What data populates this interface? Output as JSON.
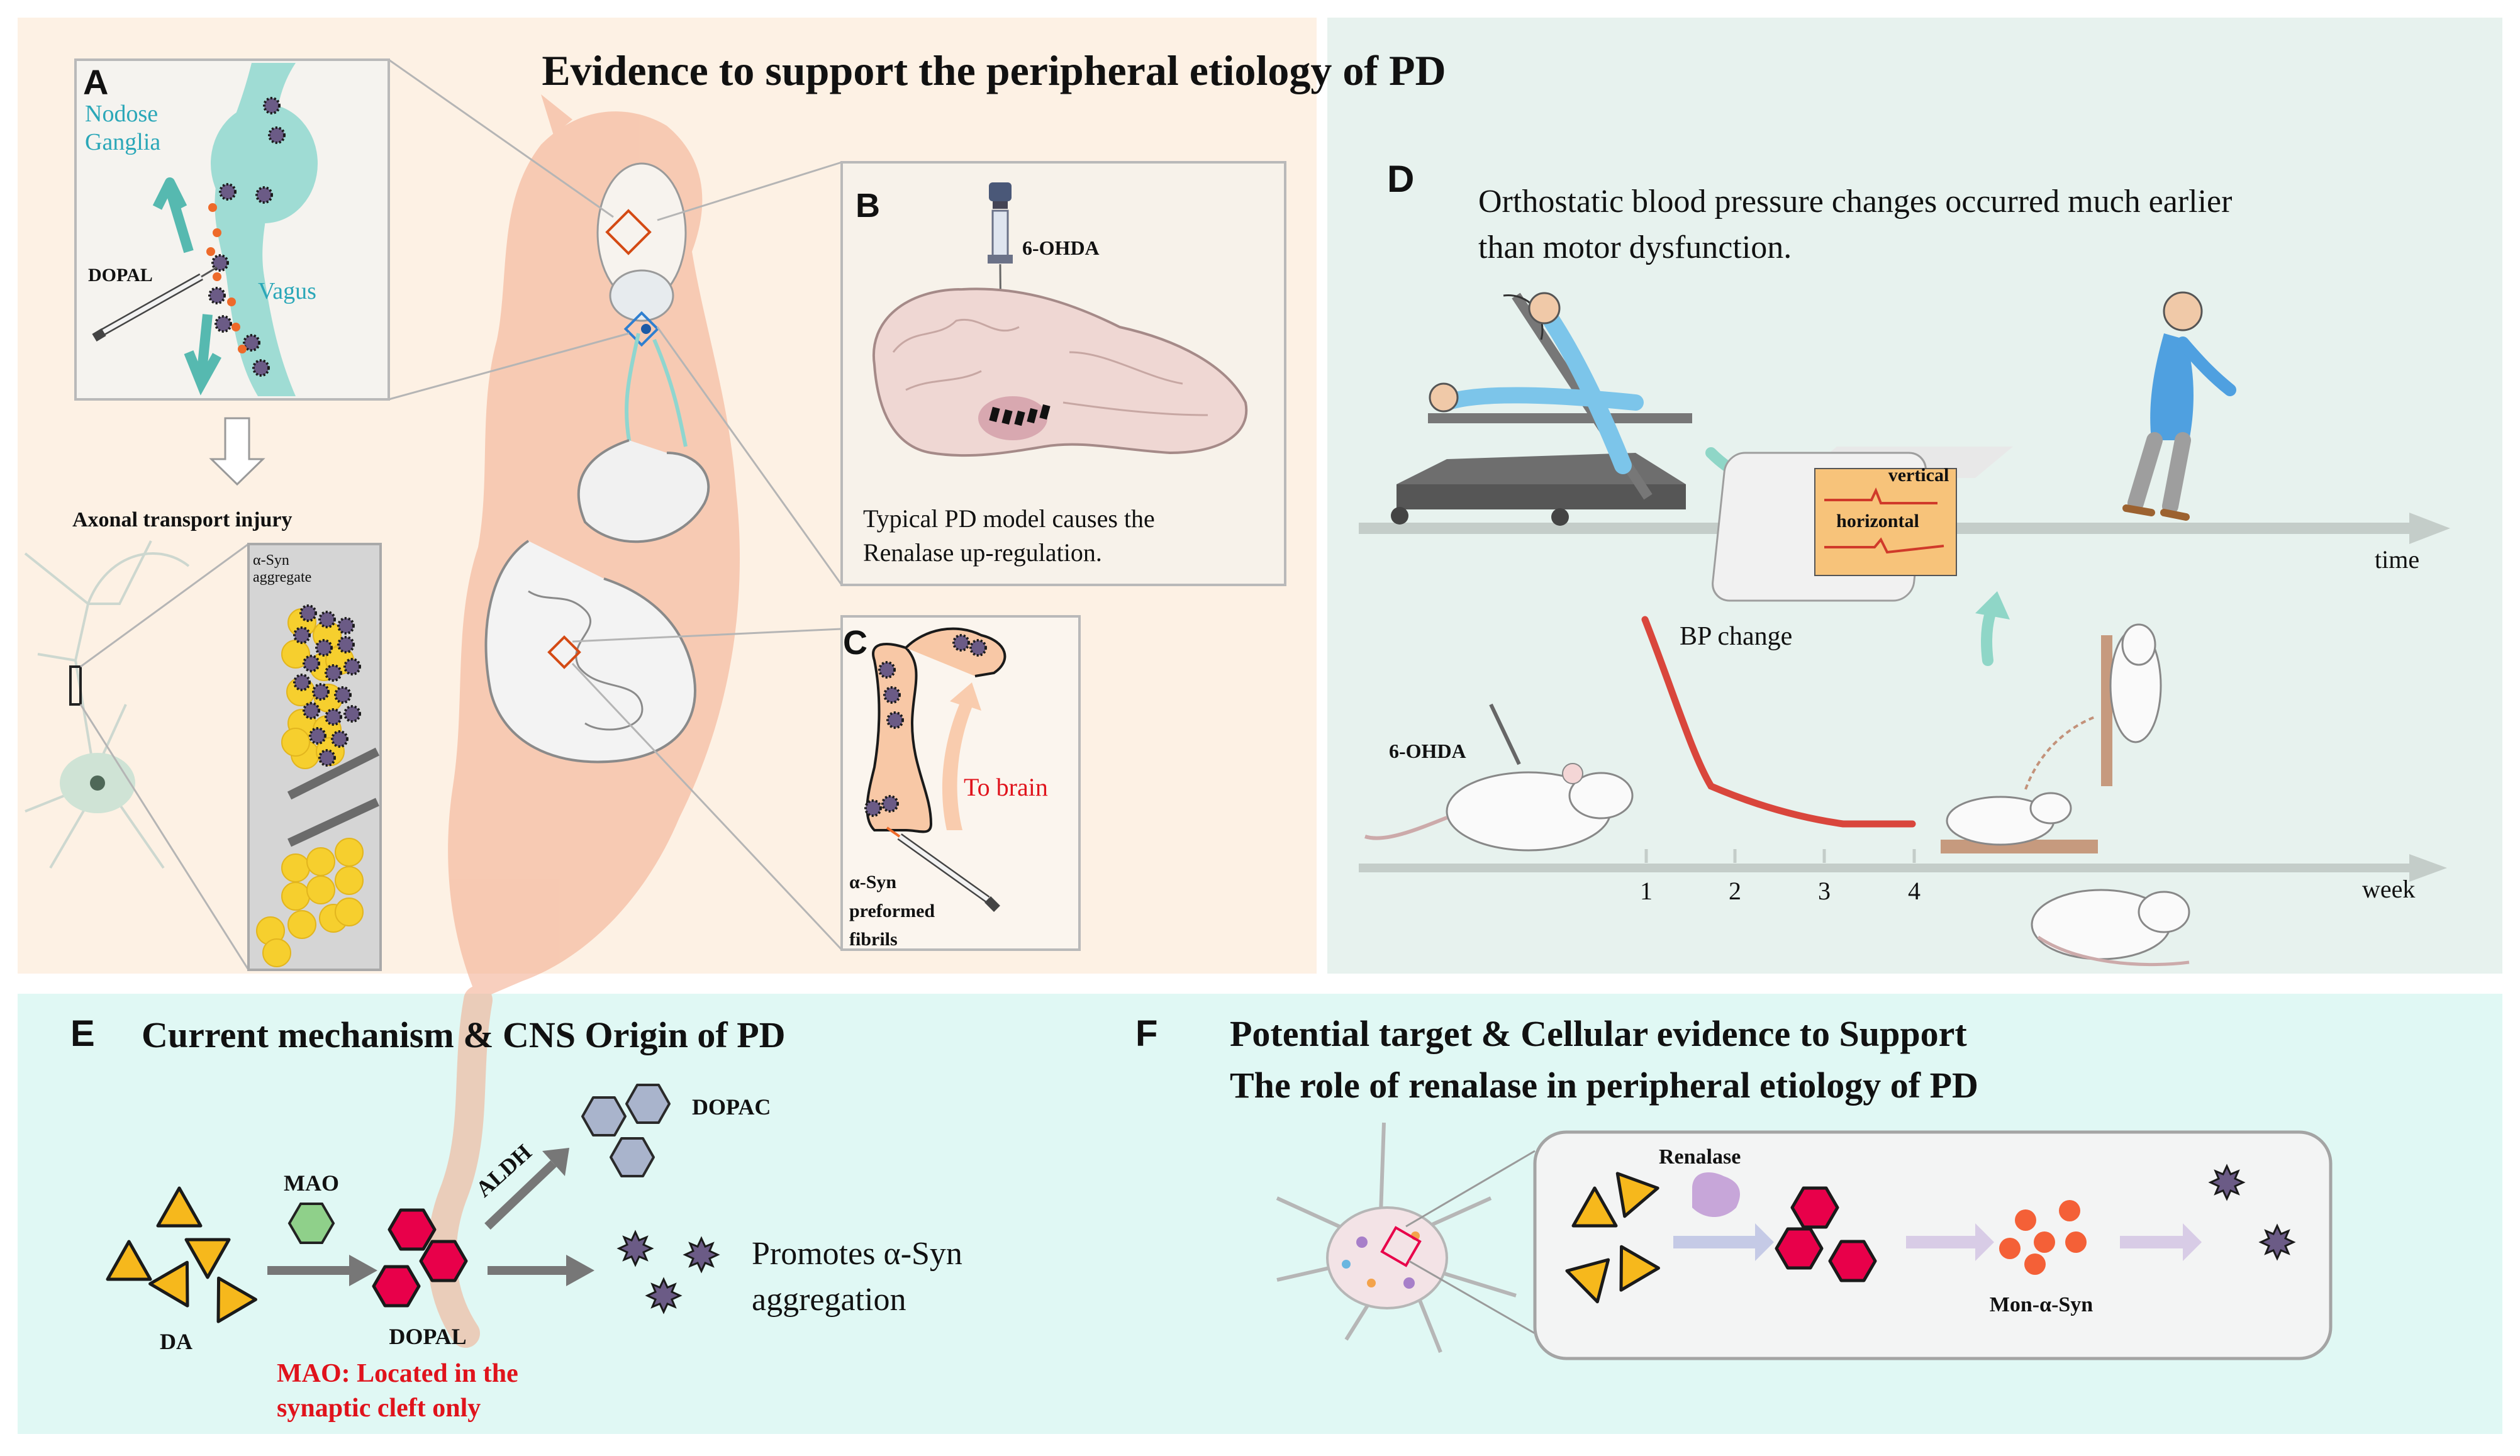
{
  "title": "Evidence to support the peripheral etiology of PD",
  "panelA": {
    "letter": "A",
    "nodose_line1": "Nodose",
    "nodose_line2": "Ganglia",
    "vagus": "Vagus",
    "dopal": "DOPAL",
    "axonal": "Axonal transport injury",
    "asyn_line1": "α-Syn",
    "asyn_line2": "aggregate"
  },
  "panelB": {
    "letter": "B",
    "ohda": "6-OHDA",
    "caption_line1": "Typical PD model causes the",
    "caption_line2": "Renalase up-regulation."
  },
  "panelC": {
    "letter": "C",
    "to_brain": "To brain",
    "pff_line1": "α-Syn",
    "pff_line2": "preformed",
    "pff_line3": "fibrils"
  },
  "panelD": {
    "letter": "D",
    "heading_line1": "Orthostatic blood pressure changes occurred much earlier",
    "heading_line2": "than motor dysfunction.",
    "time": "time",
    "vertical": "vertical",
    "horizontal": "horizontal",
    "bp_change": "BP change",
    "ohda": "6-OHDA",
    "week": "week",
    "ticks": [
      "1",
      "2",
      "3",
      "4"
    ]
  },
  "panelE": {
    "letter": "E",
    "heading": "Current mechanism & CNS Origin of PD",
    "mao": "MAO",
    "aldh": "ALDH",
    "dopac": "DOPAC",
    "da": "DA",
    "dopal": "DOPAL",
    "promotes_line1": "Promotes α-Syn",
    "promotes_line2": "aggregation",
    "note_line1": "MAO: Located in the",
    "note_line2": "synaptic cleft only"
  },
  "panelF": {
    "letter": "F",
    "heading_line1": "Potential target & Cellular evidence to Support",
    "heading_line2": "The role of renalase in peripheral etiology of PD",
    "renalase": "Renalase",
    "mon_syn": "Mon-α-Syn"
  },
  "colors": {
    "panel_bg_left": "#fdf1e4",
    "panel_bg_right": "#e7f2ee",
    "panel_bg_bottom": "#e0f8f4",
    "teal": "#2aa7b8",
    "red_text": "#e0131c",
    "dopamine_yellow": "#f6b81c",
    "dopal_red": "#e8004a",
    "syn_purple": "#6b5b86",
    "bp_curve": "#d9463c",
    "gray_box": "#b9b9b9"
  }
}
